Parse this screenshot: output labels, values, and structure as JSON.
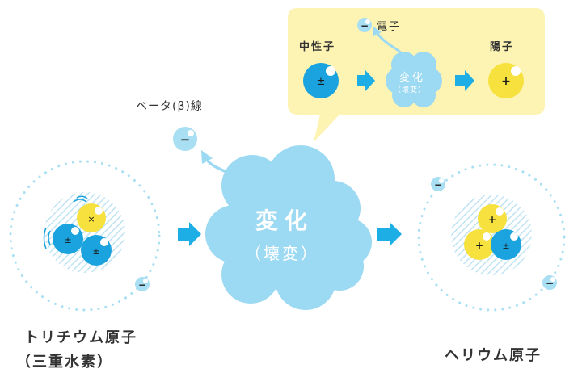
{
  "labels": {
    "beta_ray": "ベータ(β)線",
    "electron": "電子",
    "neutron": "中性子",
    "proton": "陽子",
    "change_big": "変化",
    "change_big_sub": "（壊変）",
    "change_small": "変化",
    "change_small_sub": "（壊変）",
    "tritium_line1": "トリチウム原子",
    "tritium_line2": "（三重水素）",
    "helium": "ヘリウム原子"
  },
  "symbols": {
    "neutral": "±",
    "plus": "+",
    "minus": "−",
    "cross": "×"
  },
  "colors": {
    "blue_particle": "#1aa3df",
    "yellow_particle": "#f7e13e",
    "electron": "#a8dff2",
    "arrow": "#1eaee6",
    "cloud": "#9cd9f2",
    "callout_bg": "#fdf4b3",
    "hatch": "#cbe8f4",
    "orbit": "#a8dff2"
  }
}
